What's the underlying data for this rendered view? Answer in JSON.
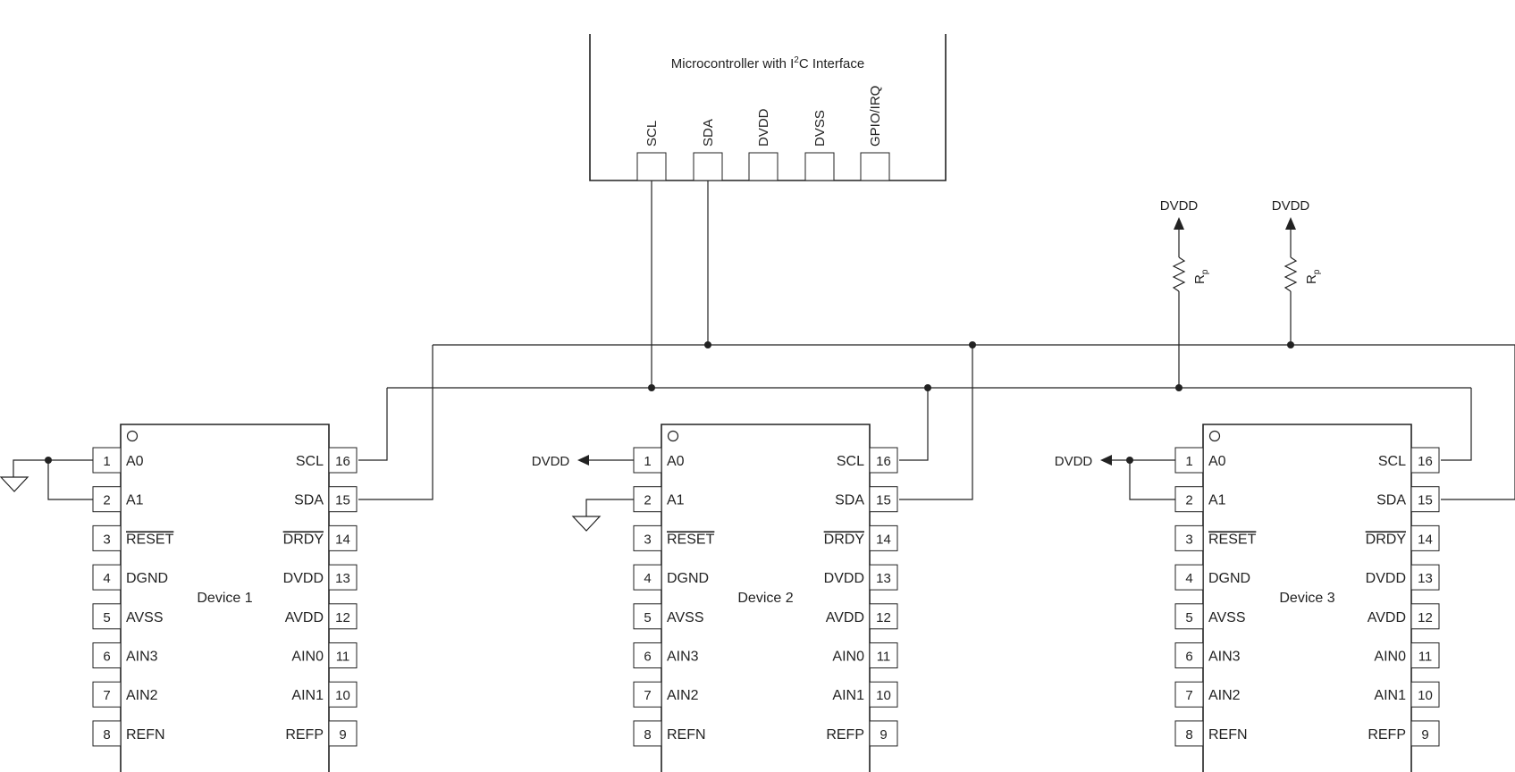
{
  "mcu": {
    "title_pre": "Microcontroller with I",
    "title_sup": "2",
    "title_post": "C Interface",
    "pins": [
      "SCL",
      "SDA",
      "DVDD",
      "DVSS",
      "GPIO/IRQ"
    ]
  },
  "pullups": [
    {
      "supply": "DVDD",
      "resistor": "R",
      "sub": "p"
    },
    {
      "supply": "DVDD",
      "resistor": "R",
      "sub": "p"
    }
  ],
  "supply_label": "DVDD",
  "devices": [
    {
      "name": "Device 1"
    },
    {
      "name": "Device 2"
    },
    {
      "name": "Device 3"
    }
  ],
  "pins_left": [
    {
      "num": "1",
      "label": "A0",
      "overbar": false
    },
    {
      "num": "2",
      "label": "A1",
      "overbar": false
    },
    {
      "num": "3",
      "label": "RESET",
      "overbar": true
    },
    {
      "num": "4",
      "label": "DGND",
      "overbar": false
    },
    {
      "num": "5",
      "label": "AVSS",
      "overbar": false
    },
    {
      "num": "6",
      "label": "AIN3",
      "overbar": false
    },
    {
      "num": "7",
      "label": "AIN2",
      "overbar": false
    },
    {
      "num": "8",
      "label": "REFN",
      "overbar": false
    }
  ],
  "pins_right": [
    {
      "num": "16",
      "label": "SCL",
      "overbar": false
    },
    {
      "num": "15",
      "label": "SDA",
      "overbar": false
    },
    {
      "num": "14",
      "label": "DRDY",
      "overbar": true
    },
    {
      "num": "13",
      "label": "DVDD",
      "overbar": false
    },
    {
      "num": "12",
      "label": "AVDD",
      "overbar": false
    },
    {
      "num": "11",
      "label": "AIN0",
      "overbar": false
    },
    {
      "num": "10",
      "label": "AIN1",
      "overbar": false
    },
    {
      "num": "9",
      "label": "REFP",
      "overbar": false
    }
  ]
}
